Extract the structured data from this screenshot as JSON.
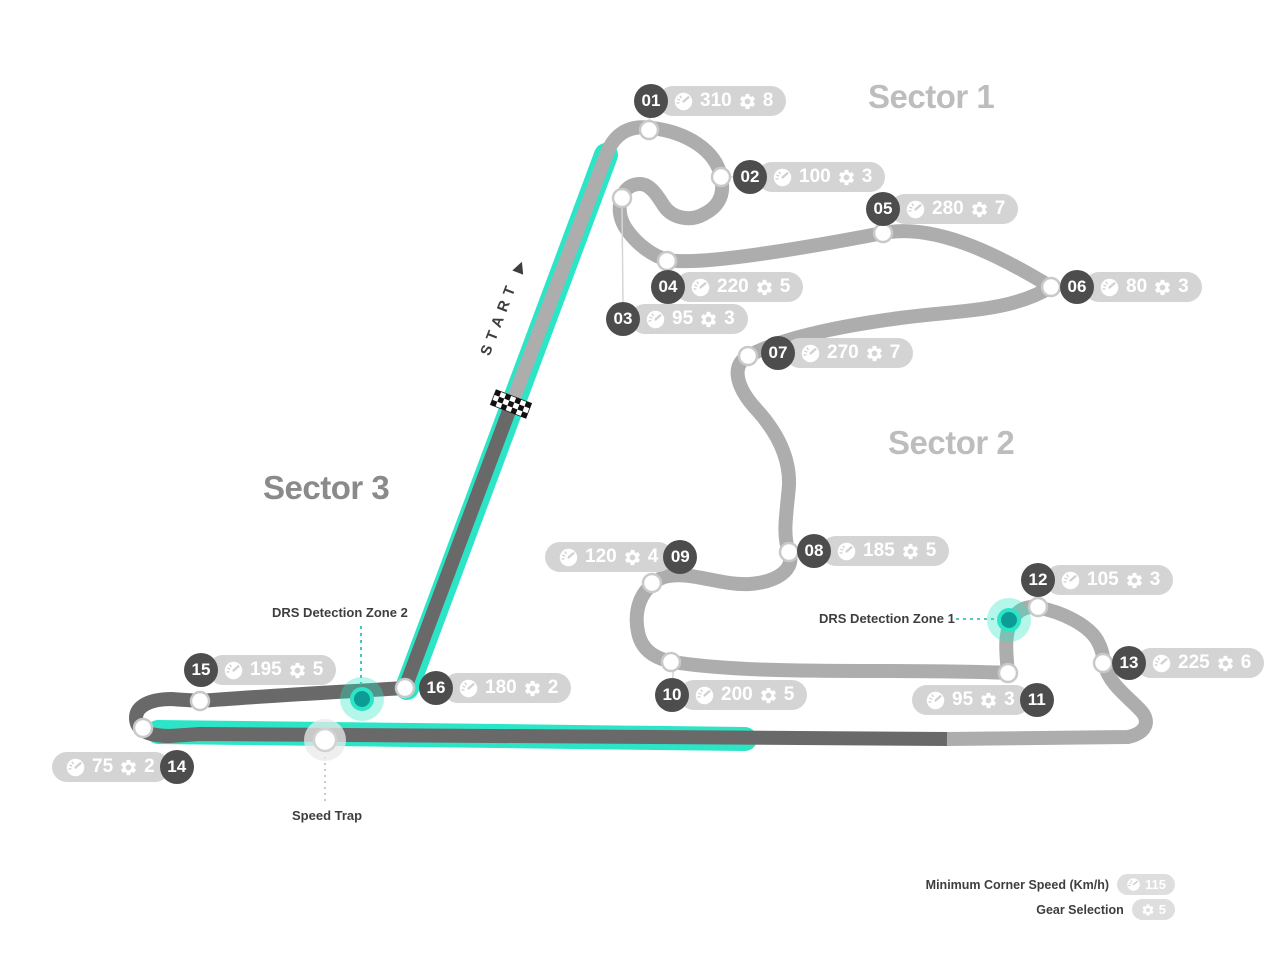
{
  "sectors": [
    {
      "label": "Sector 1"
    },
    {
      "label": "Sector 2"
    },
    {
      "label": "Sector 3"
    }
  ],
  "start_label": "START",
  "corners": [
    {
      "number": "01",
      "speed": "310",
      "gear": "8"
    },
    {
      "number": "02",
      "speed": "100",
      "gear": "3"
    },
    {
      "number": "03",
      "speed": "95",
      "gear": "3"
    },
    {
      "number": "04",
      "speed": "220",
      "gear": "5"
    },
    {
      "number": "05",
      "speed": "280",
      "gear": "7"
    },
    {
      "number": "06",
      "speed": "80",
      "gear": "3"
    },
    {
      "number": "07",
      "speed": "270",
      "gear": "7"
    },
    {
      "number": "08",
      "speed": "185",
      "gear": "5"
    },
    {
      "number": "09",
      "speed": "120",
      "gear": "4"
    },
    {
      "number": "10",
      "speed": "200",
      "gear": "5"
    },
    {
      "number": "11",
      "speed": "95",
      "gear": "3"
    },
    {
      "number": "12",
      "speed": "105",
      "gear": "3"
    },
    {
      "number": "13",
      "speed": "225",
      "gear": "6"
    },
    {
      "number": "14",
      "speed": "75",
      "gear": "2"
    },
    {
      "number": "15",
      "speed": "195",
      "gear": "5"
    },
    {
      "number": "16",
      "speed": "180",
      "gear": "2"
    }
  ],
  "annotations": {
    "drs_zone_1": "DRS Detection Zone 1",
    "drs_zone_2": "DRS Detection Zone 2",
    "speed_trap": "Speed Trap"
  },
  "legend": {
    "min_corner_speed_label": "Minimum Corner Speed (Km/h)",
    "min_corner_speed_value": "115",
    "gear_selection_label": "Gear Selection",
    "gear_selection_value": "5"
  },
  "colors": {
    "drs_teal": "#2CE5C6",
    "drs_teal_dark": "#0D9C95",
    "track_light": "#ADADAD",
    "track_dark": "#696969",
    "badge_circle": "#4D4D4D",
    "badge_pill": "#D4D4D4",
    "sector_label_light": "#BDBDBD",
    "sector_label_dark": "#8A8A8A",
    "text_dark": "#3E3E3E"
  }
}
